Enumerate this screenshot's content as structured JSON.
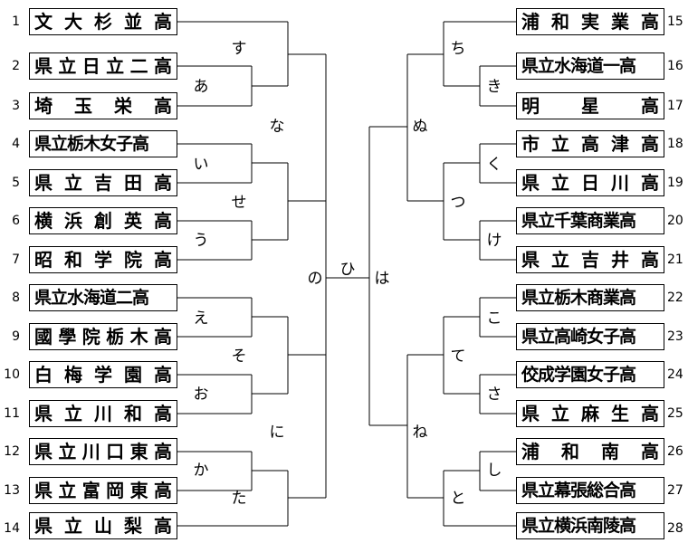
{
  "bracket": {
    "left_teams": [
      {
        "seed": "1",
        "name": "文大杉並高"
      },
      {
        "seed": "2",
        "name": "県立日立二高"
      },
      {
        "seed": "3",
        "name": "埼 玉 栄 高"
      },
      {
        "seed": "4",
        "name": "県立栃木女子高"
      },
      {
        "seed": "5",
        "name": "県 立 吉 田 高"
      },
      {
        "seed": "6",
        "name": "横浜創英高"
      },
      {
        "seed": "7",
        "name": "昭和学院高"
      },
      {
        "seed": "8",
        "name": "県立水海道二高"
      },
      {
        "seed": "9",
        "name": "國學院栃木高"
      },
      {
        "seed": "10",
        "name": "白梅学園高"
      },
      {
        "seed": "11",
        "name": "県立川和高"
      },
      {
        "seed": "12",
        "name": "県立川口東高"
      },
      {
        "seed": "13",
        "name": "県立富岡東高"
      },
      {
        "seed": "14",
        "name": "県立山梨高"
      }
    ],
    "right_teams": [
      {
        "seed": "15",
        "name": "浦和実業高"
      },
      {
        "seed": "16",
        "name": "県立水海道一高"
      },
      {
        "seed": "17",
        "name": "明 星 高"
      },
      {
        "seed": "18",
        "name": "市立高津高"
      },
      {
        "seed": "19",
        "name": "県立日川高"
      },
      {
        "seed": "20",
        "name": "県立千葉商業高"
      },
      {
        "seed": "21",
        "name": "県立吉井高"
      },
      {
        "seed": "22",
        "name": "県立栃木商業高"
      },
      {
        "seed": "23",
        "name": "県立高崎女子高"
      },
      {
        "seed": "24",
        "name": "佼成学園女子高"
      },
      {
        "seed": "25",
        "name": "県立麻生高"
      },
      {
        "seed": "26",
        "name": "浦 和 南 高"
      },
      {
        "seed": "27",
        "name": "県立幕張総合高"
      },
      {
        "seed": "28",
        "name": "県立横浜南陵高"
      }
    ],
    "match_labels": {
      "a": "あ",
      "i": "い",
      "u": "う",
      "e": "え",
      "o": "お",
      "ka": "か",
      "ki": "き",
      "ku": "く",
      "ke": "け",
      "ko": "こ",
      "sa": "さ",
      "shi": "し",
      "su": "す",
      "se": "せ",
      "so": "そ",
      "ta": "た",
      "chi": "ち",
      "tsu": "つ",
      "te": "て",
      "to": "と",
      "na": "な",
      "ni": "に",
      "nu": "ぬ",
      "ne": "ね",
      "no": "の",
      "ha": "は",
      "hi": "ひ"
    }
  }
}
